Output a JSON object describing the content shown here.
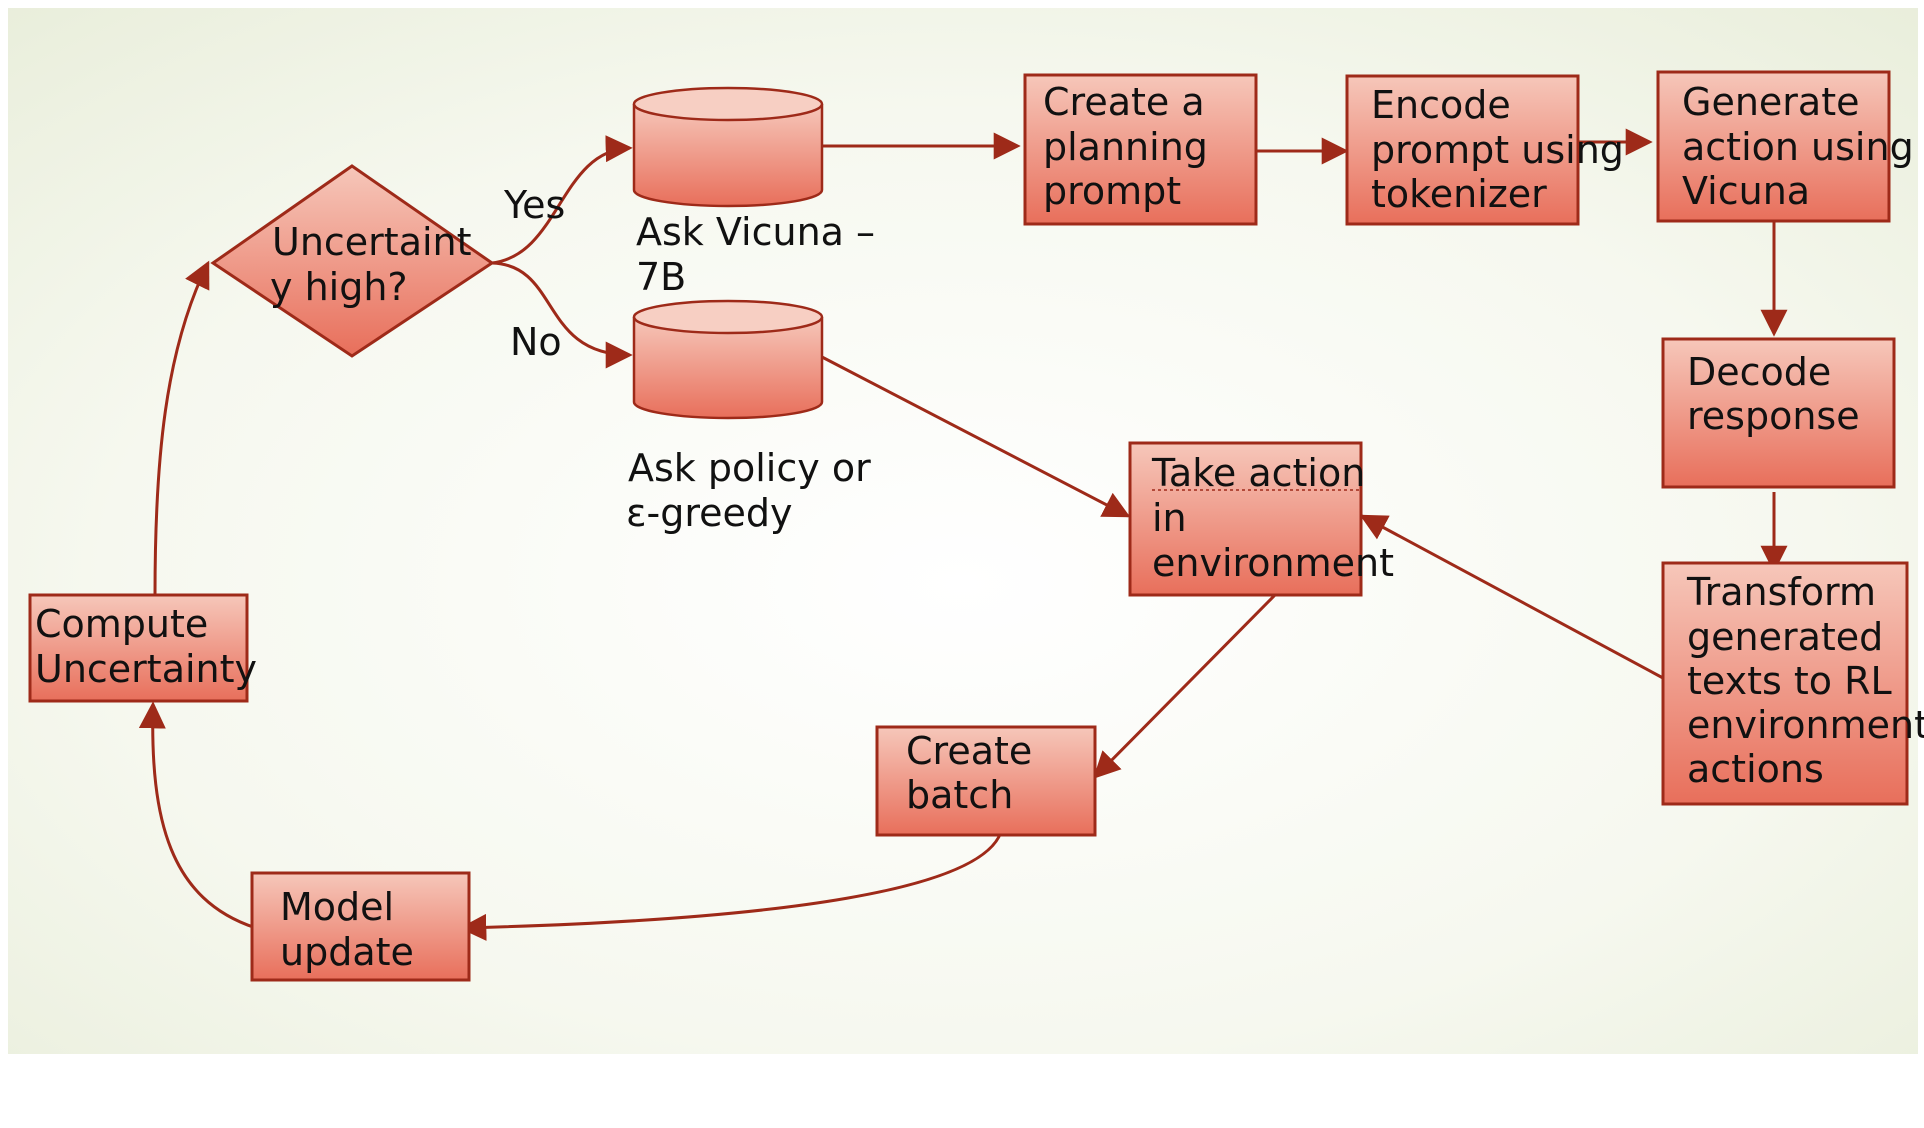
{
  "colors": {
    "node_fill_top": "#f6c7ba",
    "node_fill_bottom": "#e86f5b",
    "node_stroke": "#9e2a19",
    "arrow": "#9e2a19",
    "text": "#111111",
    "bg_light": "#ffffff",
    "bg_tint": "#e9eedb"
  },
  "nodes": {
    "decision": {
      "line1": "Uncertaint",
      "line2": "y high?"
    },
    "yes_label": "Yes",
    "no_label": "No",
    "ask_vicuna": {
      "line1": "Ask Vicuna –",
      "line2": "7B"
    },
    "ask_policy": {
      "line1": "Ask policy or",
      "line2": "ε-greedy"
    },
    "planning_prompt": {
      "line1": "Create a",
      "line2": "planning",
      "line3": "prompt"
    },
    "encode_prompt": {
      "line1": "Encode",
      "line2": "prompt using",
      "line3": "tokenizer"
    },
    "generate_action": {
      "line1": "Generate",
      "line2": "action using",
      "line3": "Vicuna"
    },
    "decode_response": {
      "line1": "Decode",
      "line2": "response"
    },
    "transform_texts": {
      "line1": "Transform",
      "line2": "generated",
      "line3": "texts to RL",
      "line4": "environment",
      "line5": "actions"
    },
    "take_action": {
      "line1": "Take action",
      "line2": "in",
      "line3": "environment"
    },
    "create_batch": {
      "line1": "Create",
      "line2": "batch"
    },
    "model_update": {
      "line1": "Model",
      "line2": "update"
    },
    "compute_uncertainty": {
      "line1": "Compute",
      "line2": "Uncertainty"
    }
  }
}
